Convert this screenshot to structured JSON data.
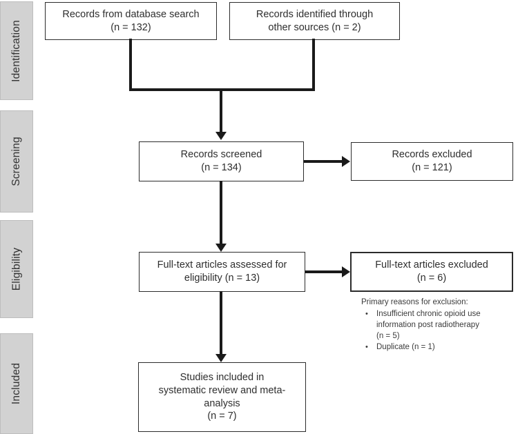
{
  "sidebar": {
    "stages": [
      {
        "label": "Identification"
      },
      {
        "label": "Screening"
      },
      {
        "label": "Eligibility"
      },
      {
        "label": "Included"
      }
    ]
  },
  "flow": {
    "records_database": "Records from database search\n(n = 132)",
    "records_other_sources": "Records identified through\nother sources (n = 2)",
    "records_screened": "Records screened\n(n = 134)",
    "records_excluded": "Records excluded\n(n = 121)",
    "fulltext_assessed": "Full-text articles assessed for\neligibility (n = 13)",
    "fulltext_excluded": "Full-text articles excluded\n(n = 6)",
    "studies_included": "Studies included in\nsystematic review and meta-\nanalysis\n(n = 7)"
  },
  "exclusion_note": {
    "title": "Primary reasons for exclusion:",
    "bullet_glyph": "•",
    "bullets": [
      "Insufficient chronic opioid use\ninformation post radiotherapy\n(n = 5)",
      "Duplicate (n = 1)"
    ]
  },
  "colors": {
    "line": "#1a1a1a",
    "box_border": "#2b2b2b",
    "stage_fill": "#d2d2d2",
    "stage_border": "#bdbdbd",
    "text": "#2e2e2e"
  }
}
